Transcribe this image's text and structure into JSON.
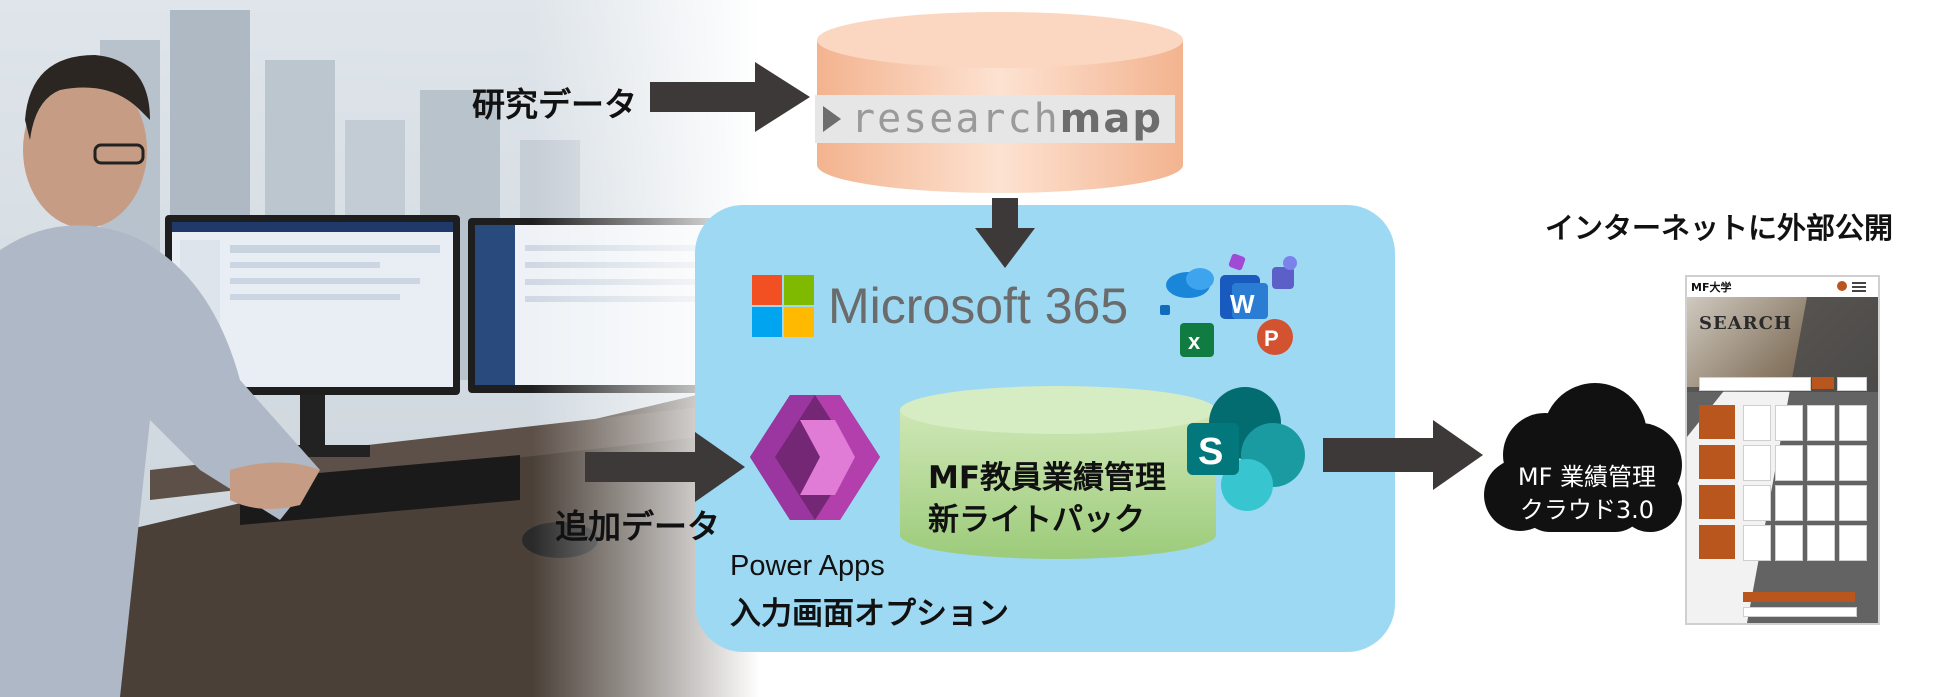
{
  "labels": {
    "research_data": "研究データ",
    "additional_data": "追加データ",
    "internet_publish": "インターネットに外部公開"
  },
  "researchmap": {
    "logo_light": "research",
    "logo_bold": "map"
  },
  "microsoft365": {
    "name": "Microsoft 365",
    "logo_colors": [
      "#f25022",
      "#7fba00",
      "#00a4ef",
      "#ffb900"
    ]
  },
  "power_apps": {
    "name": "Power Apps",
    "option": "入力画面オプション"
  },
  "mf_system": {
    "line1": "MF教員業績管理",
    "line2": "新ライトパック"
  },
  "cloud": {
    "line1": "MF 業績管理",
    "line2": "クラウド3.0"
  },
  "phone": {
    "brand": "MF大学",
    "hero_word": "SEARCH"
  },
  "icons": {
    "photo": "office-worker-photo",
    "sharepoint": "sharepoint-icon",
    "power_apps": "power-apps-icon",
    "office": "office-apps-icon"
  }
}
